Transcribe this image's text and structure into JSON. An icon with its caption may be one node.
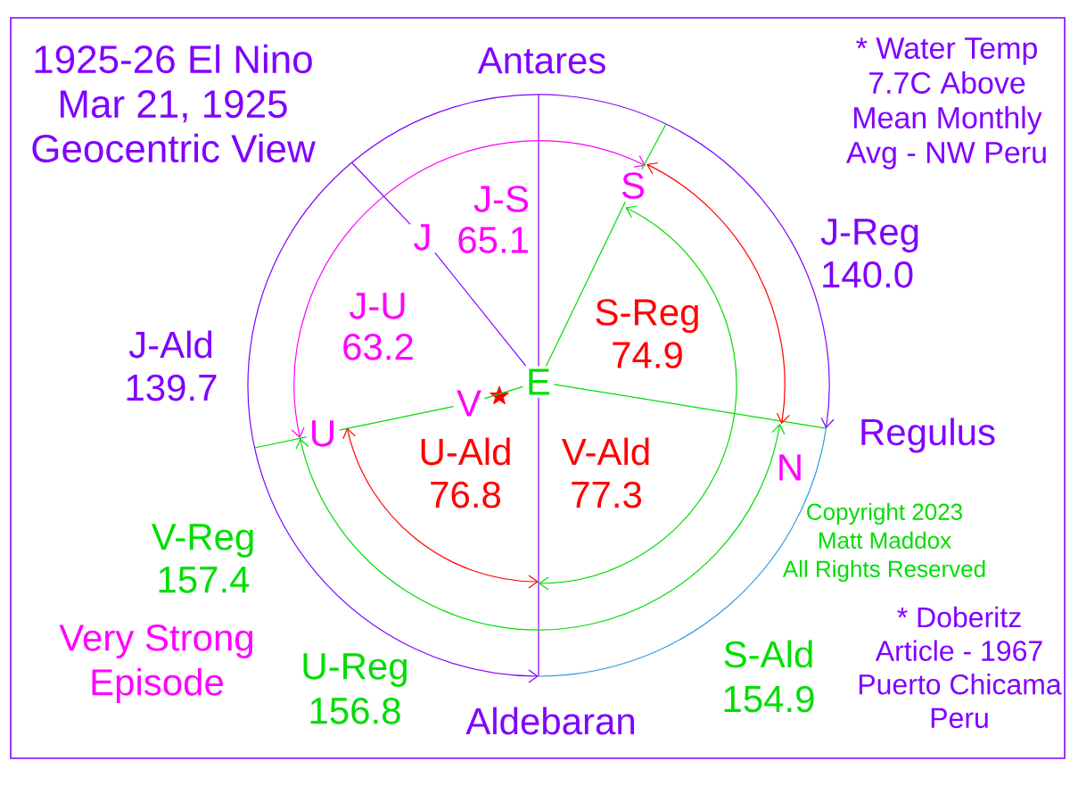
{
  "diagram": {
    "title": "1925-26 El Nino Mar 21, 1925 Geocentric View",
    "nodes": [
      {
        "text": [
          "Antares"
        ]
      },
      {
        "text": [
          "Regulus"
        ]
      },
      {
        "text": [
          "Aldebaran"
        ]
      },
      {
        "text": [
          "J"
        ]
      },
      {
        "text": [
          "S"
        ]
      },
      {
        "text": [
          "U"
        ]
      },
      {
        "text": [
          "V"
        ]
      },
      {
        "text": [
          "E"
        ]
      },
      {
        "text": [
          "N"
        ]
      }
    ],
    "edges": [
      {
        "from": 7,
        "to": 3,
        "arrow": "none",
        "color": "#8000ff"
      },
      {
        "from": 7,
        "to": 4,
        "arrow": "none"
      },
      {
        "from": 7,
        "to": 6,
        "arrow": "none"
      },
      {
        "from": 6,
        "to": 5,
        "arrow": "none"
      },
      {
        "from": 7,
        "to": 1,
        "arrow": "none"
      },
      {
        "from": 0,
        "to": 7,
        "arrow": "none",
        "color": "#8000ff"
      },
      {
        "from": 7,
        "to": 2,
        "arrow": "none",
        "color": "#8000ff"
      },
      {
        "from": null,
        "to": 4,
        "arrow": "to",
        "color": "#ff00ff"
      },
      {
        "from": null,
        "to": 5,
        "arrow": "to",
        "color": "#ff00ff"
      },
      {
        "from": 4,
        "to": 8,
        "arrow": "both",
        "color": "#ff0000"
      },
      {
        "from": 5,
        "to": null,
        "arrow": "both",
        "color": "#ff0000"
      },
      {
        "from": 4,
        "to": null,
        "arrow": "both"
      },
      {
        "from": 5,
        "to": 8,
        "arrow": "both"
      },
      {
        "from": null,
        "to": 1,
        "arrow": "to",
        "color": "#8000ff"
      },
      {
        "from": null,
        "to": 2,
        "arrow": "to",
        "color": "#8000ff"
      },
      {
        "from": 1,
        "to": 2,
        "arrow": "none",
        "color": "#3399dd"
      },
      {
        "from": 3,
        "to": null,
        "arrow": "none",
        "color": "#8000ff"
      },
      {
        "from": 4,
        "to": null,
        "arrow": "none"
      },
      {
        "from": 5,
        "to": null,
        "arrow": "none"
      }
    ],
    "labels": [
      "* Water Temp 7.7C Above Mean Monthly Avg - NW Peru",
      "J-S 65.1",
      "J-Reg 140.0",
      "J-U 63.2",
      "S-Reg 74.9",
      "J-Ald 139.7",
      "U-Ald 76.8",
      "V-Ald 77.3",
      "V-Reg 157.4",
      "Copyright 2023 Matt Maddox All Rights Reserved",
      "Very Strong Episode",
      "U-Reg 156.8",
      "S-Ald 154.9",
      "* Doberitz Article - 1967 Puerto Chicama Peru"
    ]
  }
}
